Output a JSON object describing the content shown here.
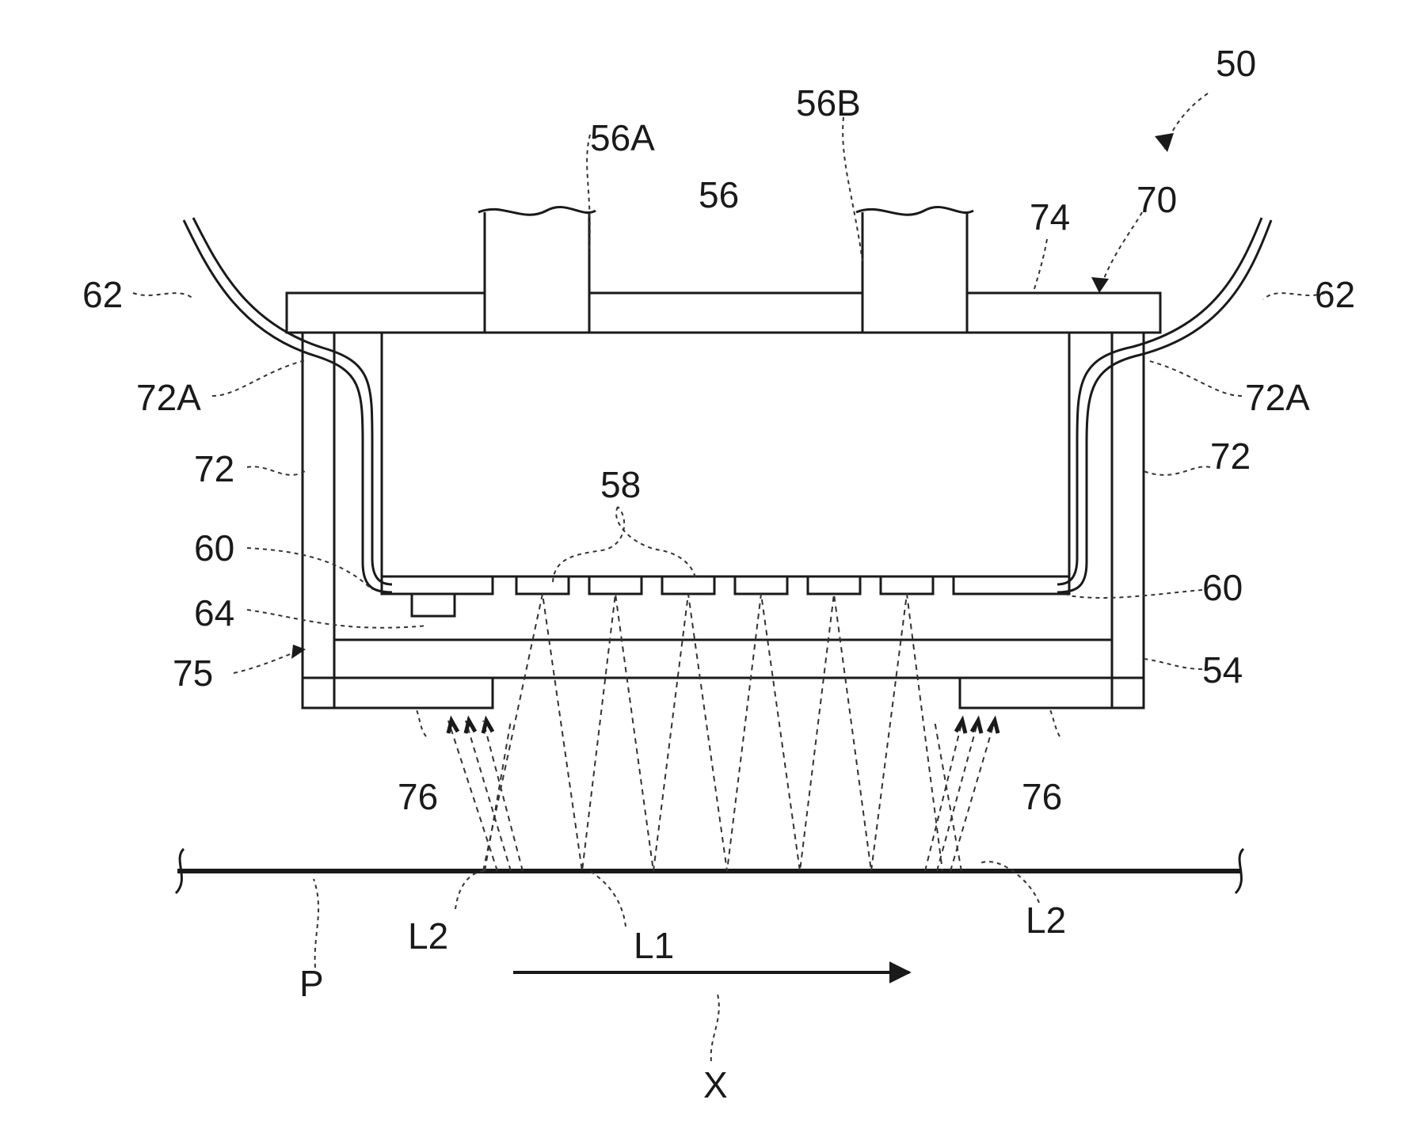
{
  "figure": {
    "labels": {
      "assembly": "50",
      "housing": "70",
      "cover": "74",
      "head": "56",
      "port_a": "56A",
      "port_b": "56B",
      "nozzles": "58",
      "plate": "60",
      "sensor": "64",
      "cable": "62",
      "cable_entry": "72A",
      "side_wall": "72",
      "frame": "75",
      "transparent_plate": "54",
      "bottom_wall": "76",
      "medium": "P",
      "light_l1": "L1",
      "light_l2": "L2",
      "direction": "X"
    },
    "colors": {
      "ink": "#1a1a1a",
      "background": "#ffffff"
    }
  }
}
